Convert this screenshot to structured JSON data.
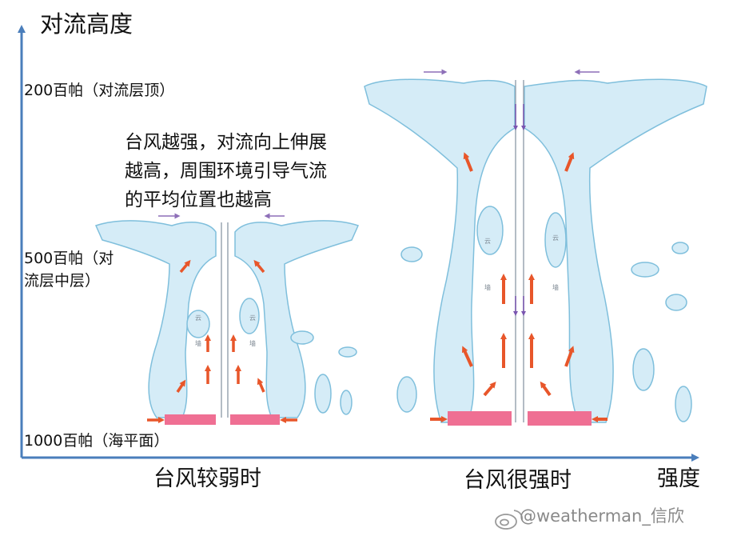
{
  "axes": {
    "y_title": "对流高度",
    "x_title": "强度",
    "color": "#4a7ebb"
  },
  "levels": {
    "top": "200百帕（对流层顶）",
    "mid_line1": "500百帕（对",
    "mid_line2": "流层中层）",
    "sea": "1000百帕（海平面）"
  },
  "annotation": {
    "line1": "台风越强，对流向上伸展",
    "line2": "越高，周围环境引导气流",
    "line3": "的平均位置也越高"
  },
  "captions": {
    "weak": "台风较弱时",
    "strong": "台风很强时"
  },
  "cloud_text": {
    "weak_left_1": "云",
    "weak_left_2": "墙",
    "weak_right_1": "云",
    "weak_right_2": "墙",
    "strong_left_1": "云",
    "strong_left_2": "墙",
    "strong_right_1": "云",
    "strong_right_2": "墙"
  },
  "watermark": "@weatherman_信欣",
  "colors": {
    "cloud_fill": "#d5ecf7",
    "cloud_edge": "#7fbfdc",
    "updraft_arrow": "#e8562a",
    "outflow_arrow": "#8e6fb8",
    "sea_surface": "#ef6f93"
  }
}
